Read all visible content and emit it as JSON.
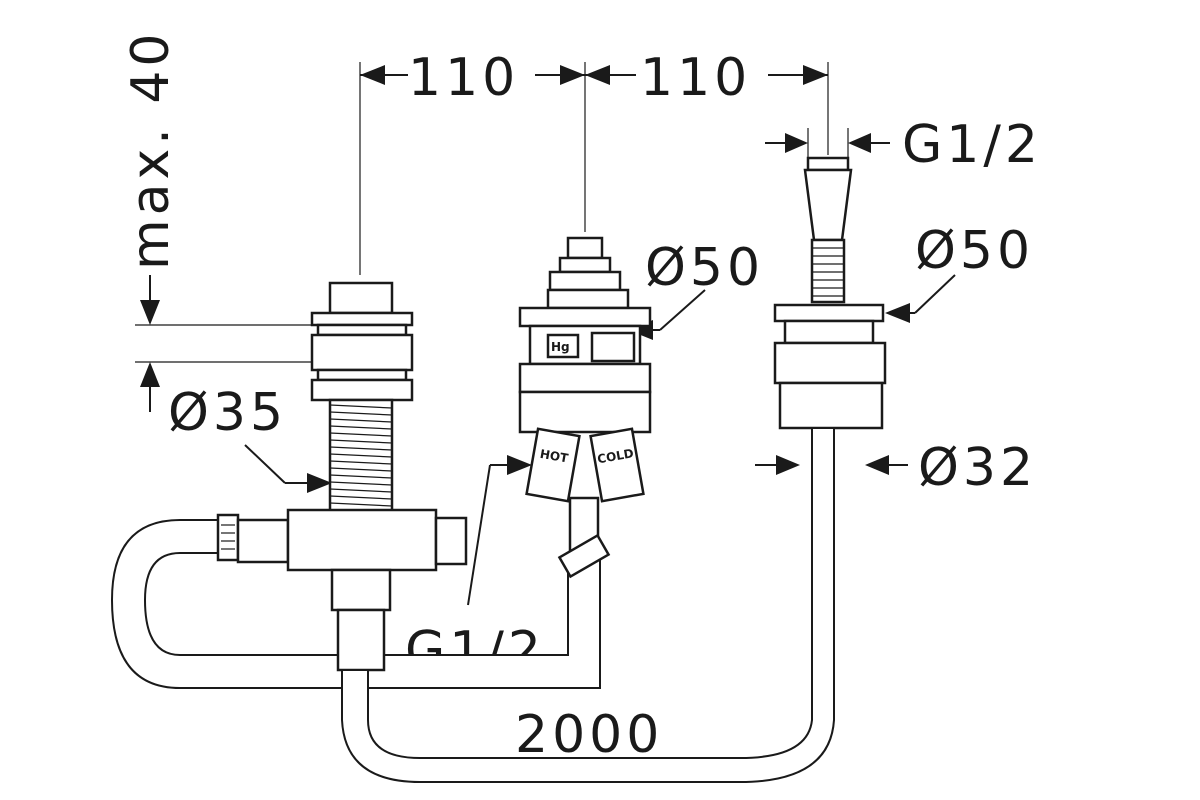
{
  "labels": {
    "dim_110_left": "110",
    "dim_110_right": "110",
    "max_40": "max. 40",
    "g12_top": "G1/2",
    "dia50_middle": "Ø50",
    "dia50_right": "Ø50",
    "dia35": "Ø35",
    "dia32": "Ø32",
    "g12_bottom": "G1/2",
    "hose_length": "2000",
    "hg": "Hg",
    "hot": "HOT",
    "cold": "COLD"
  }
}
